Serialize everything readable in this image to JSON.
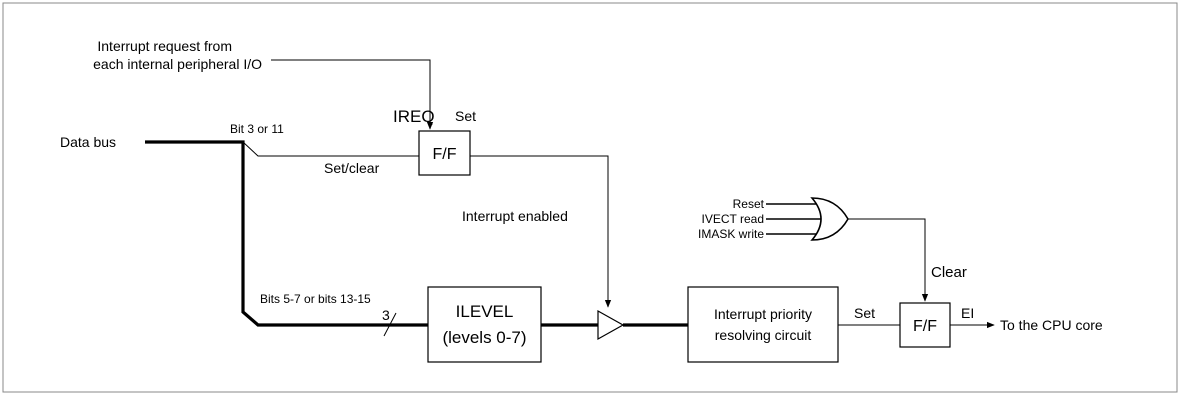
{
  "colors": {
    "line": "#000000",
    "background": "#ffffff",
    "frame": "#888888"
  },
  "labels": {
    "interrupt_request_line1": "Interrupt request from",
    "interrupt_request_line2": "each internal peripheral I/O",
    "ireq": "IREQ",
    "set_top": "Set",
    "data_bus": "Data bus",
    "bit3or11": "Bit 3 or 11",
    "set_clear": "Set/clear",
    "ff_top": "F/F",
    "interrupt_enabled": "Interrupt enabled",
    "reset": "Reset",
    "ivect_read": "IVECT read",
    "imask_write": "IMASK write",
    "clear": "Clear",
    "bits_5_7": "Bits 5-7 or bits 13-15",
    "bus_width": "3",
    "ilevel_line1": "ILEVEL",
    "ilevel_line2": "(levels 0-7)",
    "resolver_line1": "Interrupt priority",
    "resolver_line2": "resolving circuit",
    "set_right": "Set",
    "ff_right": "F/F",
    "ei": "EI",
    "to_cpu": "To the CPU core"
  }
}
